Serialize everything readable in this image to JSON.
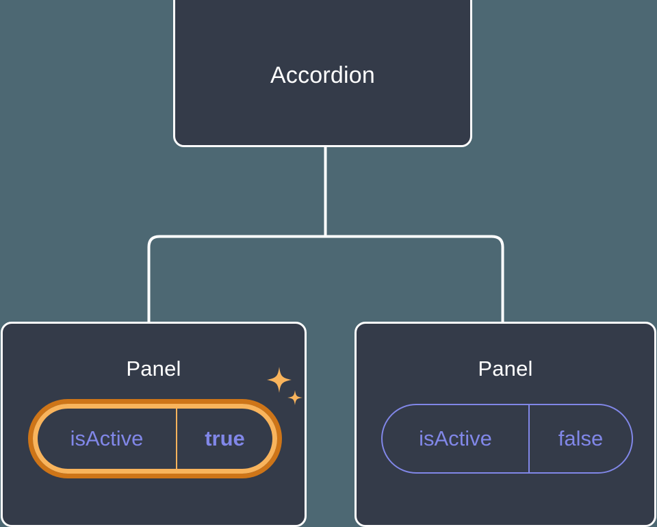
{
  "diagram": {
    "type": "component-tree",
    "background_color": "#4d6873",
    "node_fill": "#343b49",
    "node_border": "#ffffff",
    "connector_color": "#ffffff",
    "accent_purple": "#8187e8",
    "highlight_orange_inner": "#f9b45c",
    "highlight_orange_outer": "#ce7518",
    "root": {
      "label": "Accordion"
    },
    "children": [
      {
        "label": "Panel",
        "highlighted": true,
        "prop": {
          "key": "isActive",
          "value": "true",
          "value_bold": true
        },
        "sparkle_icons": [
          "sparkle-large-icon",
          "sparkle-small-icon"
        ]
      },
      {
        "label": "Panel",
        "highlighted": false,
        "prop": {
          "key": "isActive",
          "value": "false",
          "value_bold": false
        },
        "sparkle_icons": []
      }
    ]
  }
}
